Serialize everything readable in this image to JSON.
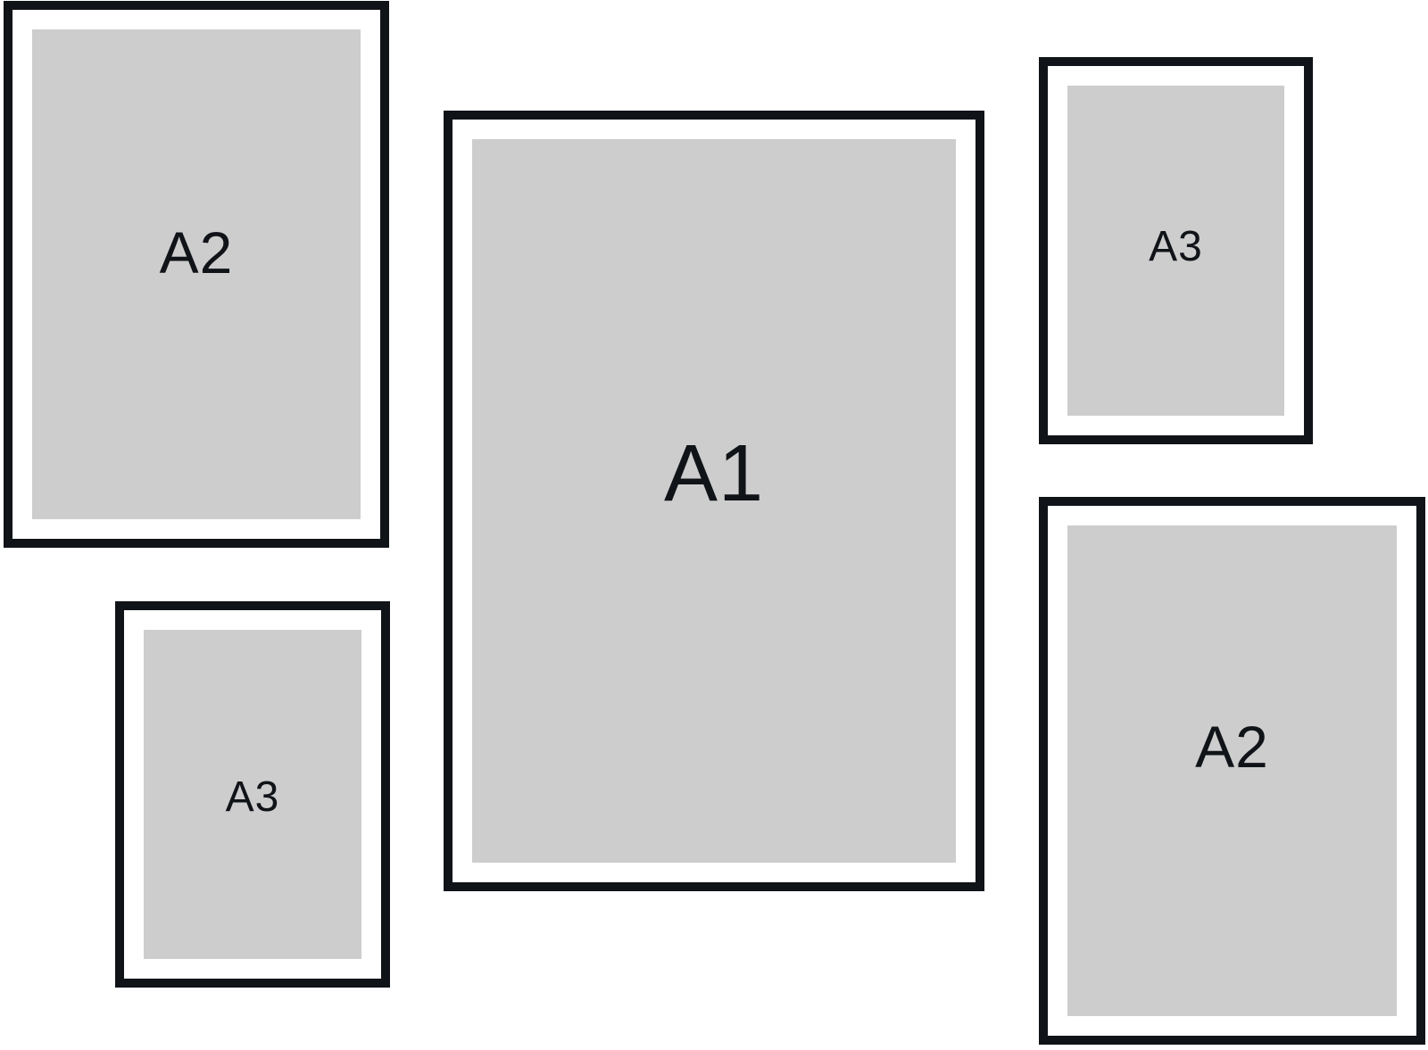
{
  "frames": [
    {
      "label": "A2",
      "color_frame": "#101318",
      "color_mat": "#cdcdcd"
    },
    {
      "label": "A3",
      "color_frame": "#101318",
      "color_mat": "#cdcdcd"
    },
    {
      "label": "A1",
      "color_frame": "#101318",
      "color_mat": "#cdcdcd"
    },
    {
      "label": "A3",
      "color_frame": "#101318",
      "color_mat": "#cdcdcd"
    },
    {
      "label": "A2",
      "color_frame": "#101318",
      "color_mat": "#cdcdcd"
    }
  ]
}
